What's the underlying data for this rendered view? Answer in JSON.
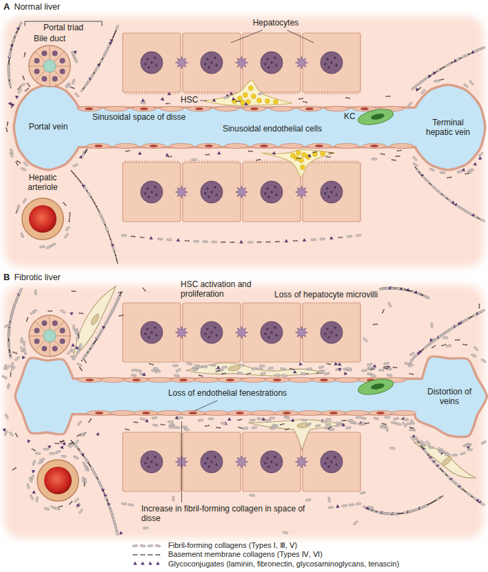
{
  "diagram": {
    "nodes": [
      {
        "text": [
          "A",
          "Normal liver"
        ]
      },
      {
        "text": [
          "Portal vein"
        ],
        "in": 0
      },
      {
        "text": [
          "Terminal hepatic vein"
        ],
        "in": 0
      },
      {
        "text": [
          "B",
          "Fibrotic liver"
        ]
      },
      {
        "text": [
          "Distortion of veins"
        ],
        "in": 3
      }
    ],
    "labels": [
      "Portal triad",
      "Bile duct",
      "Hepatocytes",
      "HSC",
      "Sinusoidal space of disse",
      "Sinusoidal endothelial cells",
      "KC",
      "Hepatic arteriole",
      "HSC activation and proliferation",
      "Loss of hepatocyte microvilli",
      "Loss of endothelial fenestrations",
      "Increase in fibril-forming collagen in space of disse"
    ],
    "legend": [
      {
        "text": "Fibril-forming collagens (Types Ⅰ, Ⅲ, Ⅴ)"
      },
      {
        "text": "Basement membrane collagens (Types Ⅳ, Ⅵ)"
      },
      {
        "text": "Glycoconjugates (laminin, fibronectin, glycosaminoglycans, tenascin)"
      }
    ]
  }
}
